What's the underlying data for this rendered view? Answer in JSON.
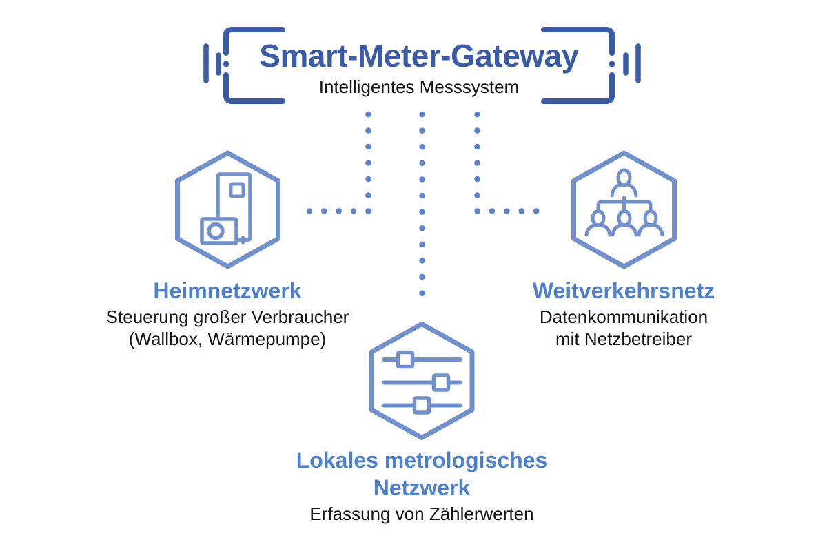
{
  "title": {
    "main": "Smart-Meter-Gateway",
    "subtitle": "Intelligentes Messsystem"
  },
  "nodes": [
    {
      "id": "heimnetzwerk",
      "icon": "wallbox-heatpump-icon",
      "heading": "Heimnetzwerk",
      "description_lines": [
        "Steuerung großer Verbraucher",
        "(Wallbox, Wärmepumpe)"
      ]
    },
    {
      "id": "weitverkehrsnetz",
      "icon": "network-hierarchy-icon",
      "heading": "Weitverkehrsnetz",
      "description_lines": [
        "Datenkommunikation",
        "mit Netzbetreiber"
      ]
    },
    {
      "id": "lokales-metrologisches-netzwerk",
      "icon": "sliders-icon",
      "heading": "Lokales metrologisches Netzwerk",
      "description_lines": [
        "Erfassung von Zählerwerten"
      ]
    }
  ],
  "colors": {
    "title-blue": "#3A5CA8",
    "frame-blue": "#3A5CA8",
    "hex-blue": "#7191CE",
    "dot-blue": "#5B82CD",
    "heading-blue": "#4E80CB",
    "text-black": "#141414",
    "background": "#FFFFFF"
  }
}
